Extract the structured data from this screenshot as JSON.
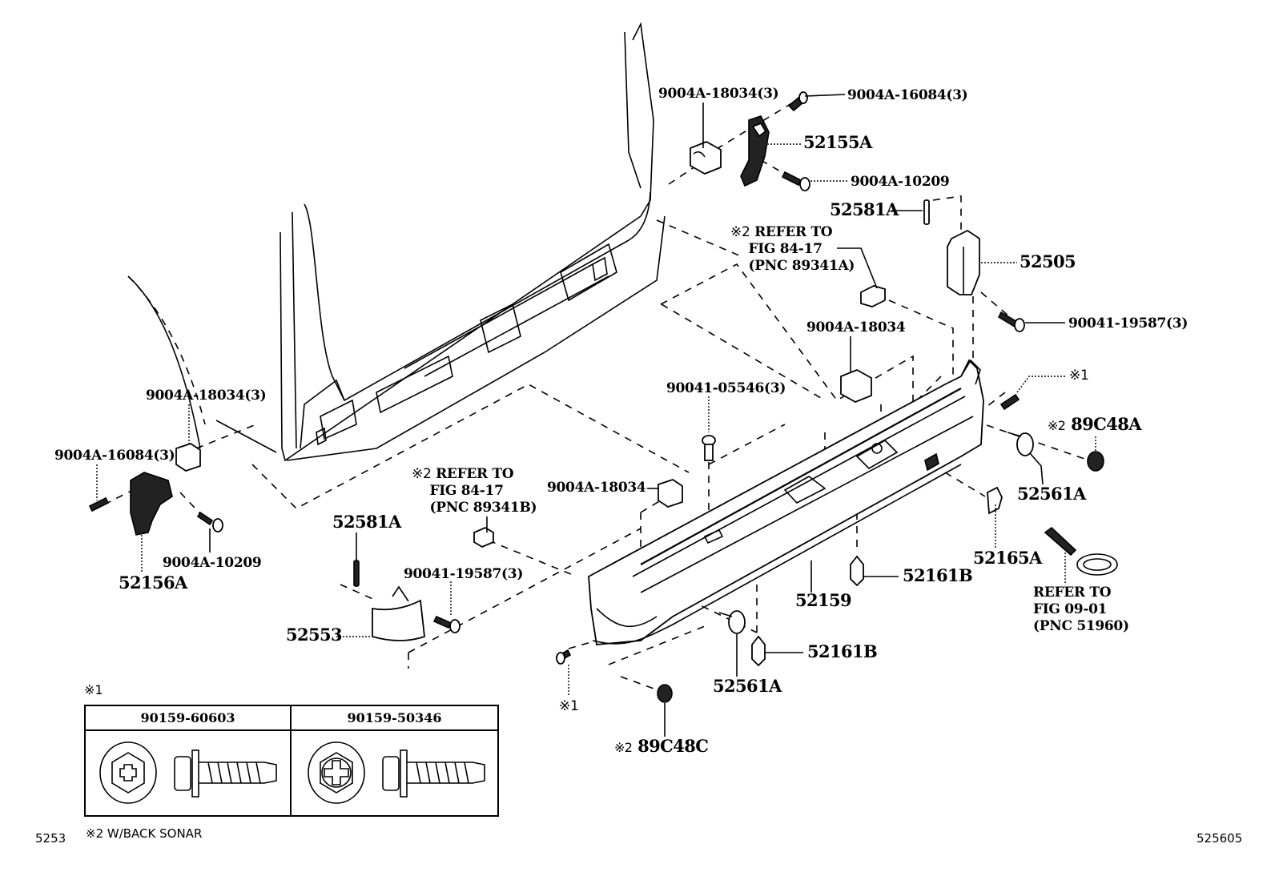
{
  "diagram": {
    "type": "exploded parts diagram",
    "subject": "Rear bumper and body mounting"
  },
  "callouts": {
    "c_9004A_18034_3_top": "9004A-18034(3)",
    "c_9004A_16084_3_top": "9004A-16084(3)",
    "c_52155A": "52155A",
    "c_9004A_10209_top": "9004A-10209",
    "c_52581A_top": "52581A",
    "ref_89341A": {
      "mark": "※2",
      "line1": "REFER TO",
      "line2": "FIG 84-17",
      "line3": "(PNC 89341A)"
    },
    "c_52505": "52505",
    "c_90041_19587_3_right": "90041-19587(3)",
    "c_9004A_18034_mid": "9004A-18034",
    "c_mark1_right": "※1",
    "c_89C48A": {
      "mark": "※2",
      "code": "89C48A"
    },
    "c_52561A_right": "52561A",
    "c_52165A": "52165A",
    "ref_51960": {
      "line1": "REFER TO",
      "line2": "FIG 09-01",
      "line3": "(PNC 51960)"
    },
    "c_90041_05546_3": "90041-05546(3)",
    "c_9004A_18034_left": "9004A-18034(3)",
    "c_9004A_16084_3_left": "9004A-16084(3)",
    "c_9004A_10209_left": "9004A-10209",
    "c_52156A": "52156A",
    "ref_89341B": {
      "mark": "※2",
      "line1": "REFER TO",
      "line2": "FIG 84-17",
      "line3": "(PNC 89341B)"
    },
    "c_9004A_18034_lower": "9004A-18034",
    "c_52581A_lower": "52581A",
    "c_90041_19587_3_lower": "90041-19587(3)",
    "c_52553": "52553",
    "c_52161B_upper": "52161B",
    "c_52159": "52159",
    "c_52161B_lower": "52161B",
    "c_52561A_lower": "52561A",
    "c_mark1_bottom": "※1",
    "c_89C48C": {
      "mark": "※2",
      "code": "89C48C"
    }
  },
  "legend": {
    "note_mark": "※1",
    "columns": [
      {
        "part_number": "90159-60603",
        "variant": "hex-flange screw, plain head"
      },
      {
        "part_number": "90159-50346",
        "variant": "hex-flange screw, ringed head"
      }
    ]
  },
  "footnotes": {
    "mark2": "※2 W/BACK SONAR",
    "page_left": "5253",
    "page_right": "525605"
  }
}
